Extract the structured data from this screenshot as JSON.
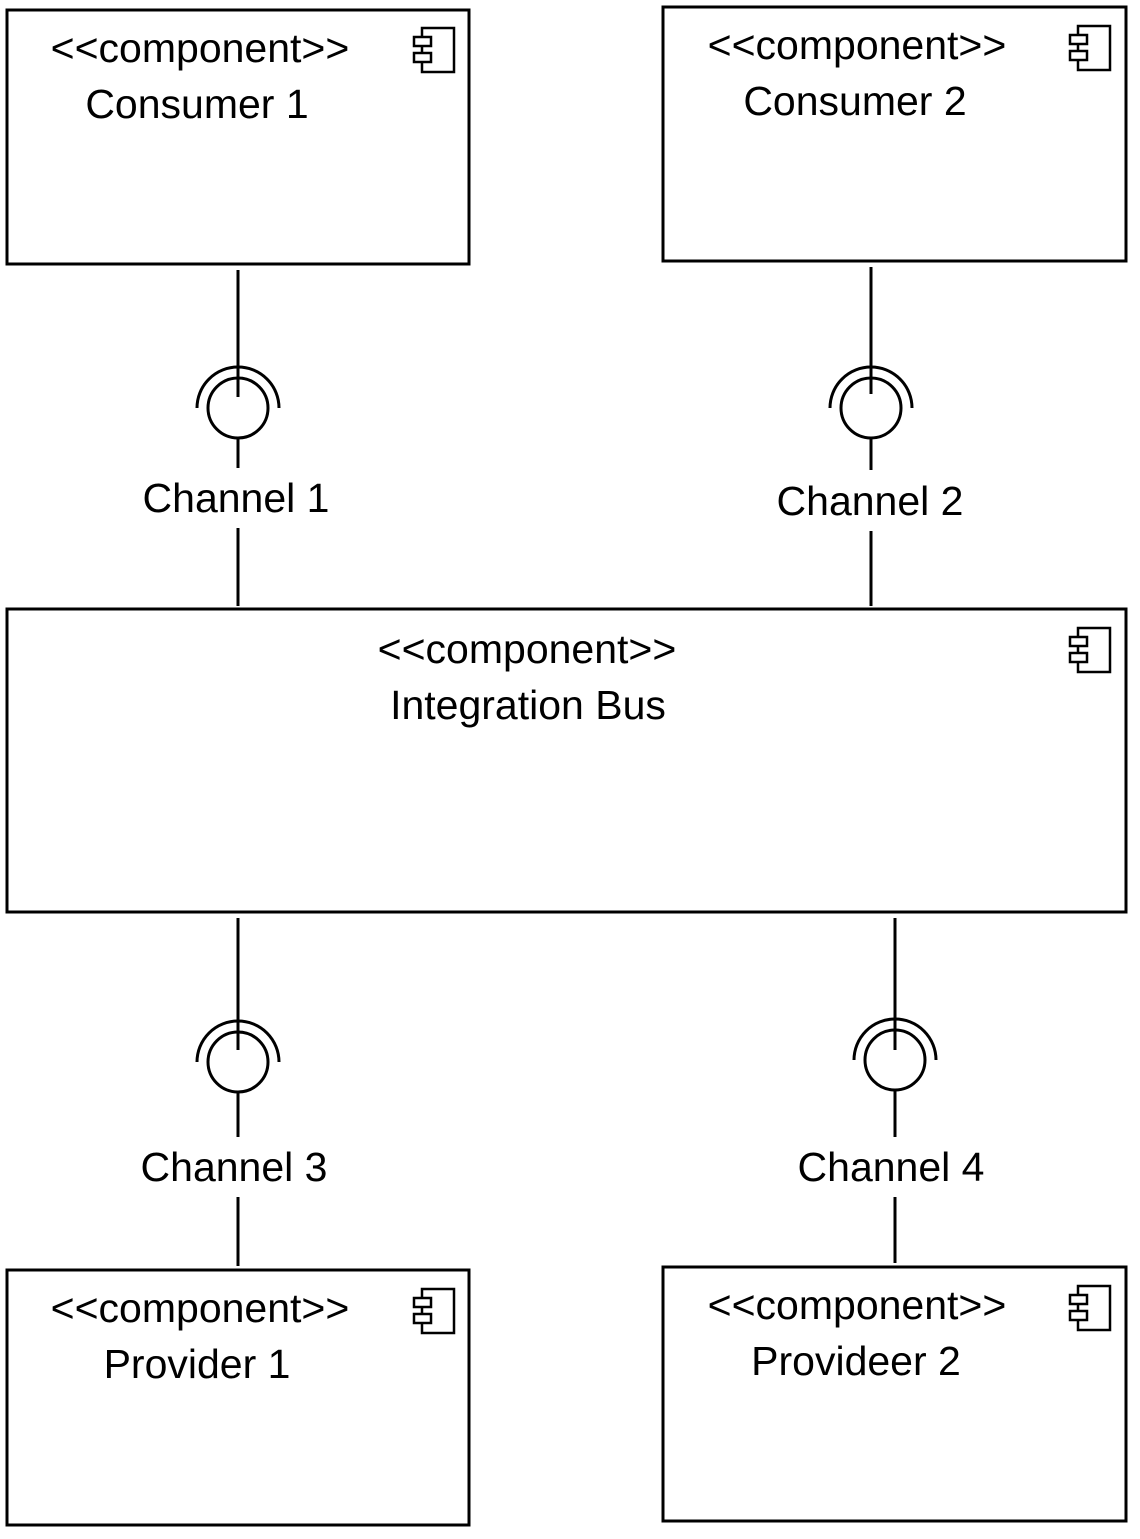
{
  "components": [
    {
      "id": "consumer-1",
      "stereotype": "<<component>>",
      "name": "Consumer 1"
    },
    {
      "id": "consumer-2",
      "stereotype": "<<component>>",
      "name": "Consumer 2"
    },
    {
      "id": "integration-bus",
      "stereotype": "<<component>>",
      "name": "Integration Bus"
    },
    {
      "id": "provider-1",
      "stereotype": "<<component>>",
      "name": "Provider 1"
    },
    {
      "id": "provider-2",
      "stereotype": "<<component>>",
      "name": "Provideer 2"
    }
  ],
  "channels": [
    {
      "id": "channel-1",
      "label": "Channel 1"
    },
    {
      "id": "channel-2",
      "label": "Channel 2"
    },
    {
      "id": "channel-3",
      "label": "Channel 3"
    },
    {
      "id": "channel-4",
      "label": "Channel 4"
    }
  ],
  "icons": {
    "component": "component-icon",
    "interface": "ball-and-socket-icon"
  }
}
